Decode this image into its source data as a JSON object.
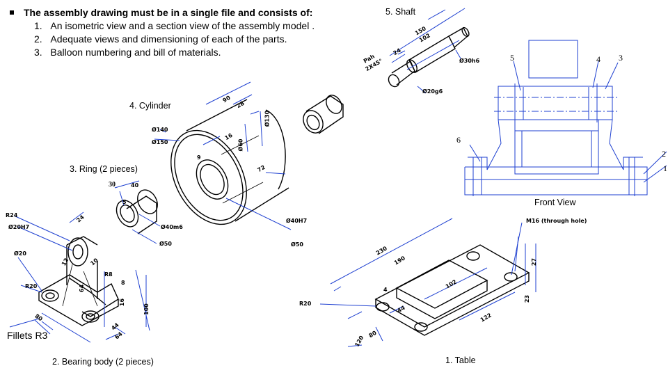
{
  "requirements": {
    "heading": "The assembly drawing must be in a single file and consists of:",
    "items": [
      "An isometric view and a section view of the assembly model .",
      "Adequate views and dimensioning of each of the parts.",
      "Balloon numbering and bill of materials."
    ],
    "numbers": [
      "1.",
      "2.",
      "3."
    ]
  },
  "parts": {
    "shaft": "5. Shaft",
    "cylinder": "4. Cylinder",
    "ring": "3. Ring (2 pieces)",
    "bearing_body": "2. Bearing body (2 pieces)",
    "table": "1. Table",
    "front_view": "Front View",
    "fillets": "Fillets R3"
  },
  "dims": {
    "shaft_150": "150",
    "shaft_102": "102",
    "shaft_24": "24",
    "shaft_pah": "Pah",
    "shaft_2x45": "2X45°",
    "shaft_d30h6": "Ø30h6",
    "shaft_d20g6": "Ø20g6",
    "cyl_d140": "Ø140",
    "cyl_d150": "Ø150",
    "cyl_90": "90",
    "cyl_28": "28",
    "cyl_d130": "Ø130",
    "cyl_16": "16",
    "cyl_d60": "Ø60",
    "cyl_9": "9",
    "cyl_72": "72",
    "cyl_d40h7": "Ø40H7",
    "cyl_d50": "Ø50",
    "ring_30": "30",
    "ring_40": "40",
    "ring_5": "5",
    "ring_d40m6": "Ø40m6",
    "ring_d50": "Ø50",
    "bb_r24": "R24",
    "bb_d20h7": "Ø20H7",
    "bb_d20": "Ø20",
    "bb_r20": "R20",
    "bb_r8": "R8",
    "bb_12": "12",
    "bb_24": "24",
    "bb_10": "10",
    "bb_64": "64",
    "bb_8": "8",
    "bb_16": "16",
    "bb_100": "100",
    "bb_44": "44",
    "bb_80": "80",
    "bb_64b": "64",
    "table_230": "230",
    "table_190": "190",
    "table_102": "102",
    "table_44": "44",
    "table_80": "80",
    "table_120": "120",
    "table_122": "122",
    "table_27": "27",
    "table_23": "23",
    "table_r20": "R20",
    "table_4": "4",
    "fv_m16": "M16 (through hole)"
  },
  "balloons": [
    "1",
    "2",
    "3",
    "4",
    "5",
    "6"
  ],
  "colors": {
    "dimension": "#1d3fd0",
    "outline": "#000000",
    "background": "#ffffff"
  }
}
